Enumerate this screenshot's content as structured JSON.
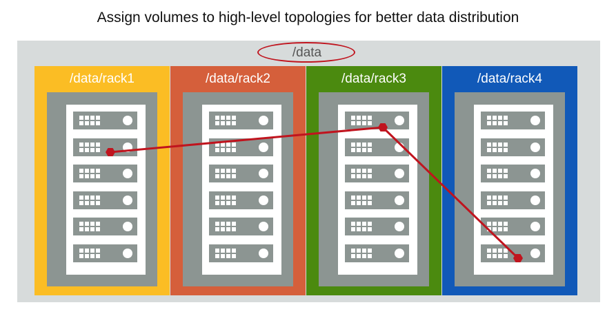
{
  "title": "Assign volumes to high-level topologies for better data distribution",
  "root_label": "/data",
  "racks": [
    {
      "label": "/data/rack1",
      "color": "#fbbd24"
    },
    {
      "label": "/data/rack2",
      "color": "#d55f3b"
    },
    {
      "label": "/data/rack3",
      "color": "#4b8a0f"
    },
    {
      "label": "/data/rack4",
      "color": "#1159b8"
    }
  ],
  "colors": {
    "background": "#d7dbdb",
    "server_panel": "#8c9592",
    "link": "#c0141e"
  },
  "servers_per_rack": 6,
  "replica_path_icons": [
    "hexagon-marker-icon",
    "hexagon-marker-icon",
    "hexagon-marker-icon"
  ]
}
